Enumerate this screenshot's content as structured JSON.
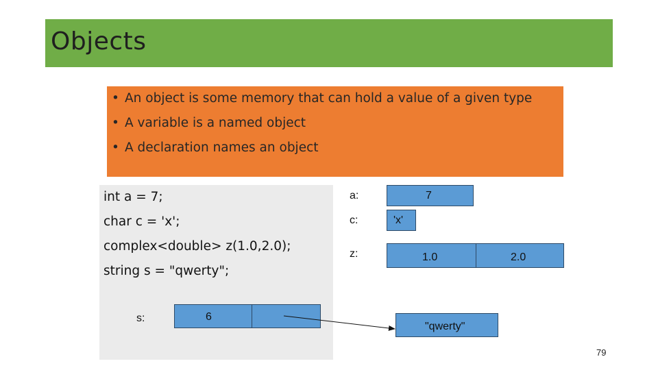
{
  "slide": {
    "title": "Objects",
    "page_number": "79"
  },
  "bullets": [
    "An object is some memory that can hold a value of a given type",
    "A variable is a named object",
    "A declaration names an object"
  ],
  "bullet_symbol": "•",
  "code_lines": [
    "int a = 7;",
    "char c = 'x';",
    "complex<double> z(1.0,2.0);",
    "string s = \"qwerty\";"
  ],
  "memory": {
    "a": {
      "label": "a:",
      "value": "7"
    },
    "c": {
      "label": "c:",
      "value": "'x'"
    },
    "z": {
      "label": "z:",
      "real": "1.0",
      "imag": "2.0"
    },
    "s": {
      "label": "s:",
      "size": "6",
      "pointer": ""
    },
    "heap": {
      "value": "\"qwerty\""
    }
  },
  "colors": {
    "title_bar": "#70ad47",
    "bullets_box": "#ed7d31",
    "code_box": "#ebebeb",
    "memory_cell": "#5b9bd5"
  }
}
